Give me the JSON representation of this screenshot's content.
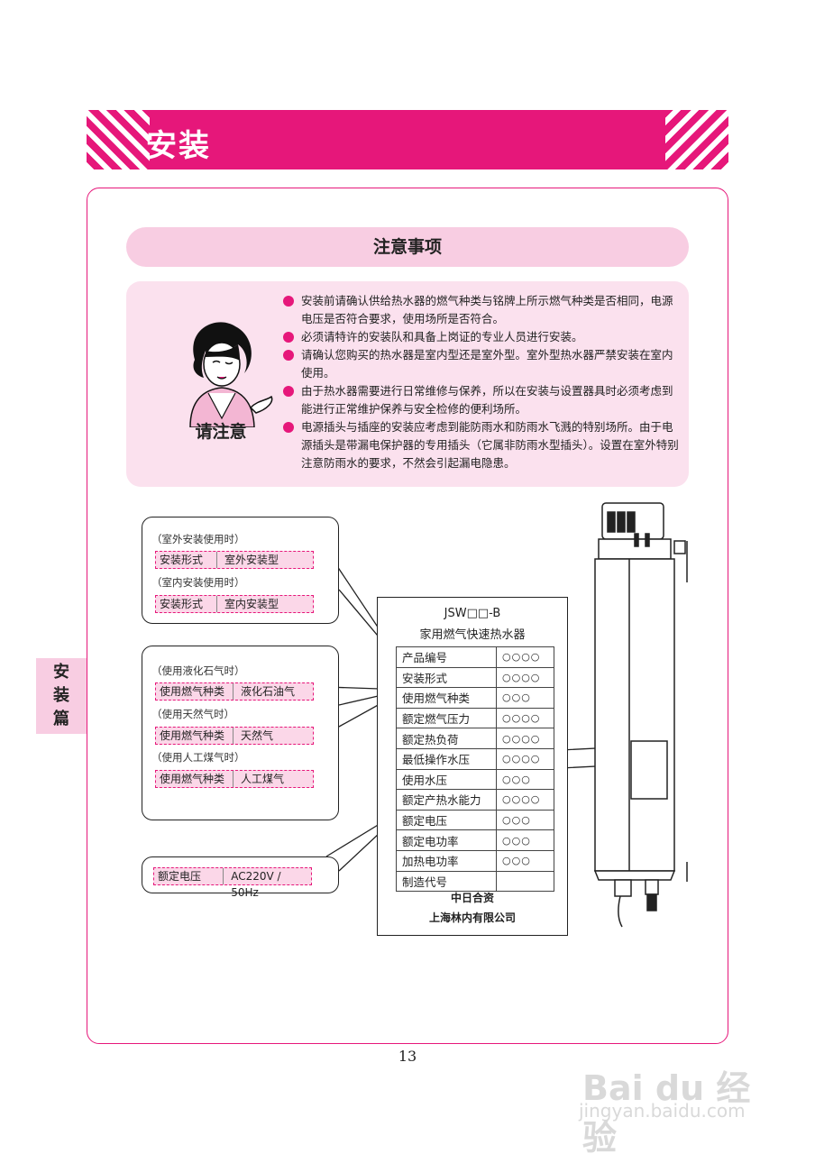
{
  "banner": {
    "title": "安装"
  },
  "section": {
    "title": "注意事项"
  },
  "notice": {
    "label": "请注意",
    "items": [
      "安装前请确认供给热水器的燃气种类与铭牌上所示燃气种类是否相同，电源电压是否符合要求，使用场所是否符合。",
      "必须请特许的安装队和具备上岗证的专业人员进行安装。",
      "请确认您购买的热水器是室内型还是室外型。室外型热水器严禁安装在室内使用。",
      "由于热水器需要进行日常维修与保养，所以在安装与设置器具时必须考虑到能进行正常维护保养与安全检修的便利场所。",
      "电源插头与插座的安装应考虑到能防雨水和防雨水飞溅的特别场所。由于电源插头是带漏电保护器的专用插头（它属非防雨水型插头）。设置在室外特别注意防雨水的要求，不然会引起漏电隐患。"
    ]
  },
  "callouts": {
    "install": {
      "outdoor_caption": "（室外安装使用时）",
      "outdoor_key": "安装形式",
      "outdoor_value": "室外安装型",
      "indoor_caption": "（室内安装使用时）",
      "indoor_key": "安装形式",
      "indoor_value": "室内安装型"
    },
    "gas": {
      "lpg_caption": "（使用液化石气时）",
      "lpg_key": "使用燃气种类",
      "lpg_value": "液化石油气",
      "ng_caption": "（使用天然气时）",
      "ng_key": "使用燃气种类",
      "ng_value": "天然气",
      "tg_caption": "（使用人工煤气时）",
      "tg_key": "使用燃气种类",
      "tg_value": "人工煤气"
    },
    "voltage": {
      "key": "额定电压",
      "value": "AC220V / 50Hz"
    }
  },
  "nameplate": {
    "model": "JSW□□-B",
    "subtitle": "家用燃气快速热水器",
    "rows": [
      {
        "label": "产品编号",
        "value": "○○○○"
      },
      {
        "label": "安装形式",
        "value": "○○○○"
      },
      {
        "label": "使用燃气种类",
        "value": "○○○"
      },
      {
        "label": "额定燃气压力",
        "value": "○○○○"
      },
      {
        "label": "额定热负荷",
        "value": "○○○○"
      },
      {
        "label": "最低操作水压",
        "value": "○○○○"
      },
      {
        "label": "使用水压",
        "value": "○○○"
      },
      {
        "label": "额定产热水能力",
        "value": "○○○○"
      },
      {
        "label": "额定电压",
        "value": "○○○"
      },
      {
        "label": "额定电功率",
        "value": "○○○"
      },
      {
        "label": "加热电功率",
        "value": "○○○"
      },
      {
        "label": "制造代号",
        "value": ""
      }
    ],
    "company_line1": "中日合资",
    "company_line2": "上海林内有限公司"
  },
  "side_tab": {
    "line1": "安",
    "line2": "装",
    "line3": "篇"
  },
  "page_number": "13",
  "watermark": {
    "brand": "Bai du 经验",
    "url": "jingyan.baidu.com"
  },
  "colors": {
    "accent": "#e6177a",
    "pale": "#fbe1ee",
    "field_fill": "#fbd7e8"
  }
}
